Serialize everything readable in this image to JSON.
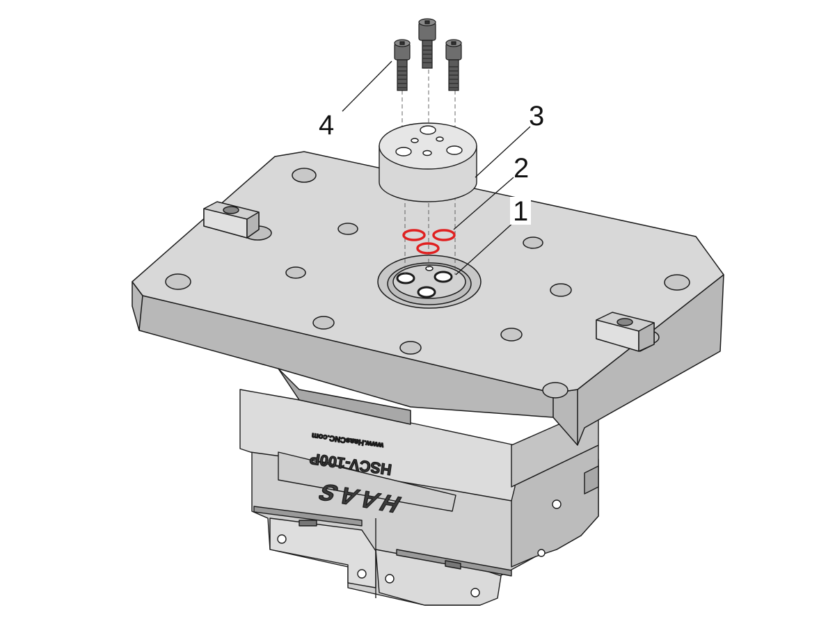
{
  "callouts": {
    "c1": "1",
    "c2": "2",
    "c3": "3",
    "c4": "4"
  },
  "markings": {
    "website": "www.HaasCNC.com",
    "model": "HSCV-100P",
    "brand": "HAAS"
  },
  "colors": {
    "metal_top": "#d6d6d6",
    "metal_side": "#c2c2c2",
    "metal_dark": "#a8a8a8",
    "outline": "#1a1a1a",
    "oring": "#e02020",
    "screw": "#6e6e6e"
  }
}
